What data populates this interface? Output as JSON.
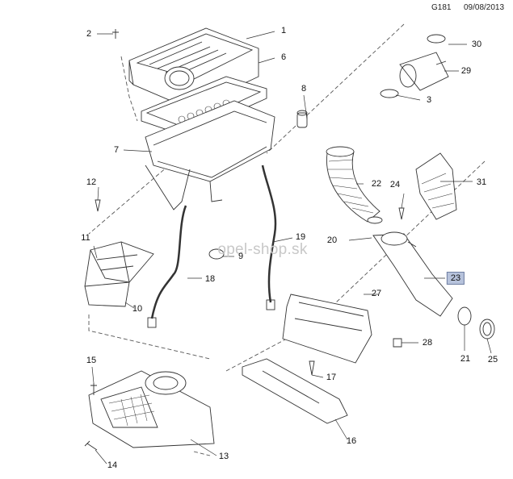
{
  "header": {
    "diagram_code": "G181",
    "date": "09/08/2013"
  },
  "watermark": "opel-shop.sk",
  "callouts": {
    "c1": "1",
    "c2": "2",
    "c3": "3",
    "c6": "6",
    "c7": "7",
    "c8": "8",
    "c9": "9",
    "c10": "10",
    "c11": "11",
    "c12": "12",
    "c13": "13",
    "c14": "14",
    "c15": "15",
    "c16": "16",
    "c17": "17",
    "c18": "18",
    "c19": "19",
    "c20": "20",
    "c21": "21",
    "c22": "22",
    "c23": "23",
    "c24": "24",
    "c25": "25",
    "c27": "27",
    "c28": "28",
    "c29": "29",
    "c30": "30",
    "c31": "31"
  },
  "highlighted_part": "23",
  "colors": {
    "line": "#333333",
    "highlight": "#b7c3dc"
  }
}
